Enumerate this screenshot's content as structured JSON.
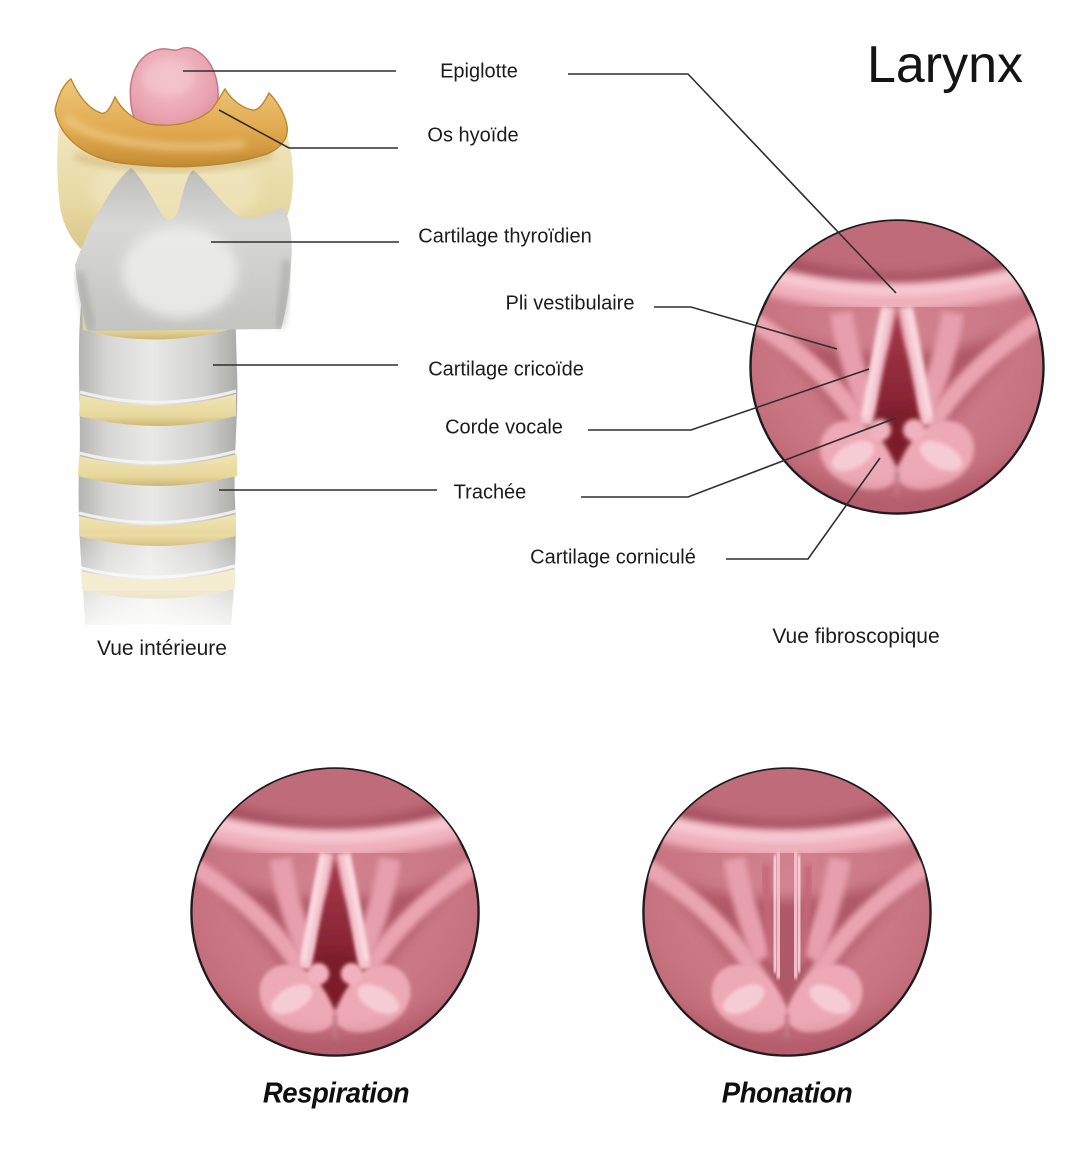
{
  "title": "Larynx",
  "labels": {
    "epiglotte": "Epiglotte",
    "os_hyoide": "Os hyoïde",
    "cartilage_thyroidien": "Cartilage thyroïdien",
    "pli_vestibulaire": "Pli vestibulaire",
    "cartilage_cricoide": "Cartilage cricoïde",
    "corde_vocale": "Corde vocale",
    "trachee": "Trachée",
    "cartilage_cornicule": "Cartilage corniculé"
  },
  "captions": {
    "anterior_view": "Vue intérieure",
    "fibroscopic_view": "Vue fibroscopique",
    "respiration": "Respiration",
    "phonation": "Phonation"
  },
  "colors": {
    "background": "#ffffff",
    "leader_line": "#2f2f2f",
    "text": "#1a1a1a",
    "mucosa_pink": "#c97683",
    "fold_light_pink": "#f2bdc8",
    "glottis_dark_red": "#7f1d2d",
    "cartilage_gray": "#d0d0ce",
    "membrane_cream": "#e9dda9",
    "hyoid_gold": "#e2ab52",
    "epiglottis_pink": "#e9a3b0"
  }
}
